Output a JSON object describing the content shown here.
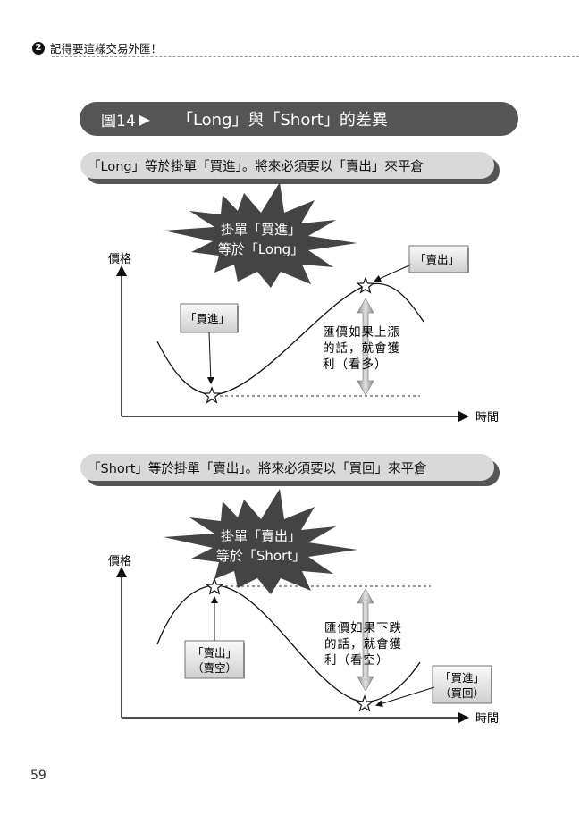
{
  "header": {
    "section_number": "2",
    "title": "記得要這樣交易外匯！"
  },
  "figure": {
    "label": "圖14",
    "arrow_icon": "triangle-right-icon",
    "title": "「Long」與「Short」的差異"
  },
  "long": {
    "subtitle": "「Long」等於掛單「買進」。將來必須要以「賣出」來平倉",
    "burst_line1": "掛單「買進」",
    "burst_line2": "等於「Long」",
    "y_axis_label": "價格",
    "x_axis_label": "時間",
    "buy_label": "「買進」",
    "sell_label": "「賣出」",
    "note_line1": "匯價如果上漲",
    "note_line2": "的話，就會獲",
    "note_line3": "利（看多）"
  },
  "short": {
    "subtitle": "「Short」等於掛單「賣出」。將來必須要以「買回」來平倉",
    "burst_line1": "掛單「賣出」",
    "burst_line2": "等於「Short」",
    "y_axis_label": "價格",
    "x_axis_label": "時間",
    "sell_label_line1": "「賣出」",
    "sell_label_line2": "（賣空）",
    "buy_label_line1": "「買進」",
    "buy_label_line2": "（買回）",
    "note_line1": "匯價如果下跌",
    "note_line2": "的話，就會獲",
    "note_line3": "利（看空）"
  },
  "page_number": "59"
}
